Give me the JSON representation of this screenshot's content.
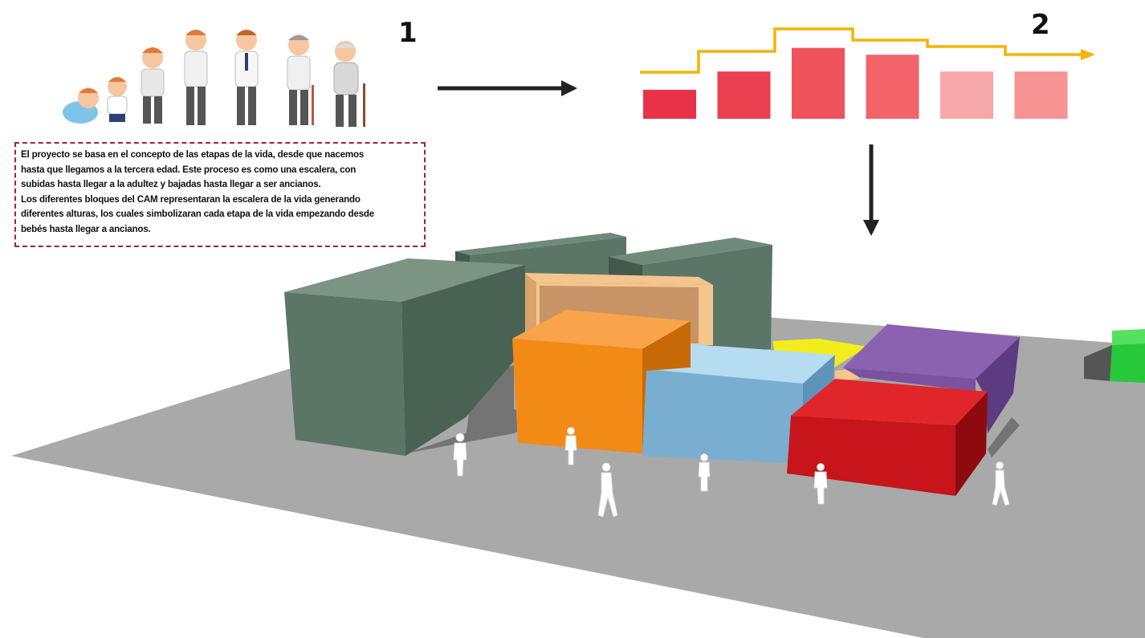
{
  "steps": {
    "step1_number": "1",
    "step2_number": "2"
  },
  "concept": {
    "text": "El proyecto se basa en el concepto de las etapas de la vida, desde que nacemos\nhasta que llegamos a la tercera edad. Este proceso es como una escalera, con\nsubidas hasta llegar a la adultez y bajadas hasta llegar a ser ancianos.\nLos diferentes bloques del CAM representaran la escalera de la vida generando\ndiferentes alturas, los cuales simbolizaran cada etapa de la vida empezando desde\nbebés hasta llegar a ancianos."
  },
  "life_stages": [
    "baby",
    "toddler",
    "child",
    "young-adult",
    "adult",
    "older-adult",
    "elderly"
  ],
  "bar_diagram": {
    "relative_heights": [
      0.38,
      0.62,
      0.93,
      0.84,
      0.62,
      0.62
    ],
    "colors": [
      "#e8324a",
      "#ea3f4f",
      "#f0525c",
      "#f2636a",
      "#f7a7a9",
      "#f79393"
    ],
    "line_color": "#f4b400"
  },
  "blocks": [
    {
      "name": "dark-green-block-left",
      "color": "#5b7566"
    },
    {
      "name": "dark-green-block-back",
      "color": "#5b7566"
    },
    {
      "name": "dark-green-block-right",
      "color": "#5b7566"
    },
    {
      "name": "peach-block",
      "color": "#f5c58e"
    },
    {
      "name": "orange-block",
      "color": "#f28a16"
    },
    {
      "name": "light-blue-block",
      "color": "#9ccbe6"
    },
    {
      "name": "yellow-block",
      "color": "#f2ee1e"
    },
    {
      "name": "purple-block",
      "color": "#7a52a0"
    },
    {
      "name": "red-block",
      "color": "#c8141b"
    },
    {
      "name": "green-block",
      "color": "#27c93a"
    }
  ]
}
